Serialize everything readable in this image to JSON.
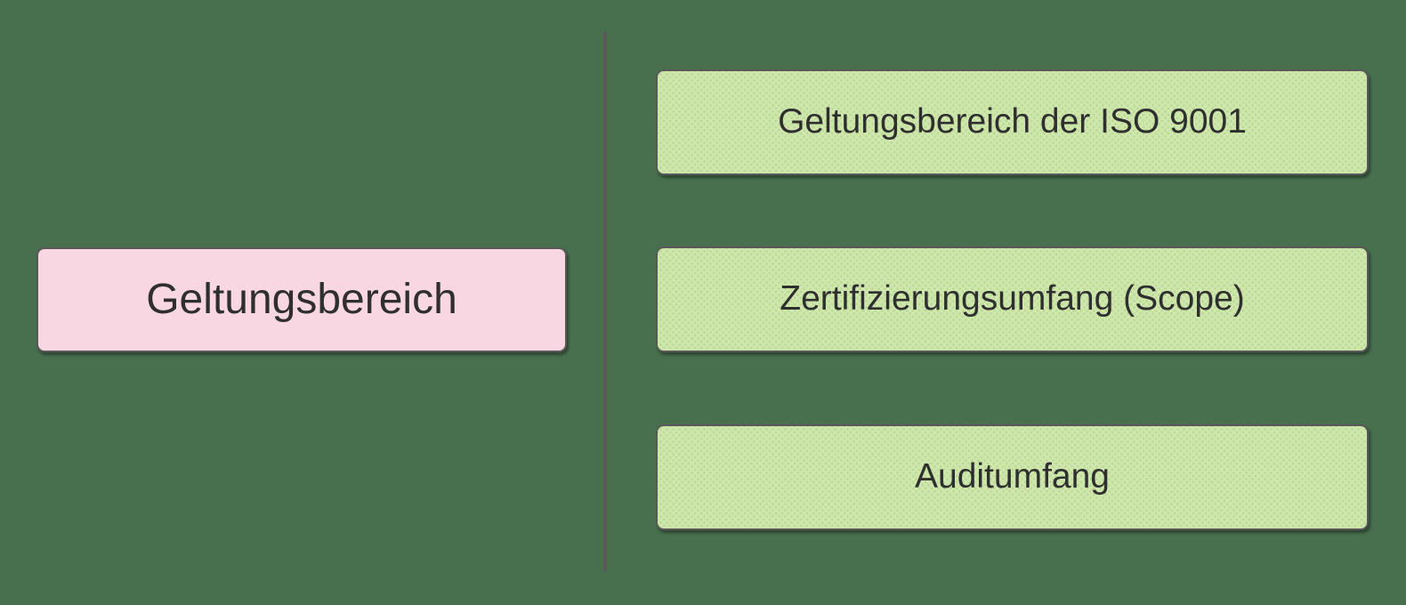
{
  "diagram": {
    "left_node": {
      "label": "Geltungsbereich"
    },
    "right_nodes": [
      {
        "label": "Geltungsbereich der ISO 9001"
      },
      {
        "label": "Zertifizierungsumfang (Scope)"
      },
      {
        "label": "Auditumfang"
      }
    ],
    "colors": {
      "background": "#48704e",
      "divider": "#595959",
      "node_border": "#595959",
      "pink_fill": "#f8d7e2",
      "green_fill": "#cfe6ad",
      "green_dot": "#bcdb96",
      "text": "#2f2f2f"
    }
  }
}
